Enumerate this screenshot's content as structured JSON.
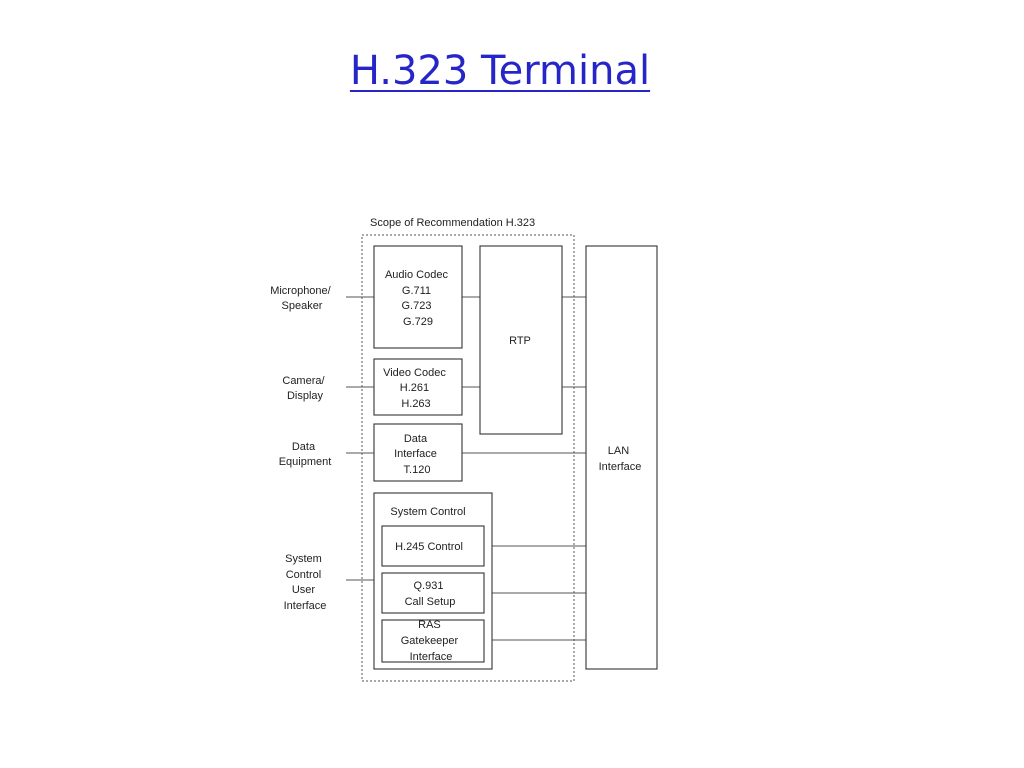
{
  "slide": {
    "title": "H.323 Terminal"
  },
  "diagram": {
    "scope_label": "Scope of Recommendation H.323",
    "external": {
      "mic": [
        "Microphone/",
        "Speaker"
      ],
      "camera": [
        "Camera/",
        "Display"
      ],
      "data": [
        "Data",
        "Equipment"
      ],
      "system": [
        "System",
        "Control",
        "User",
        "Interface"
      ]
    },
    "blocks": {
      "audio": [
        "Audio Codec",
        "G.711",
        "G.723",
        "G.729"
      ],
      "video": [
        "Video Codec",
        "H.261",
        "H.263"
      ],
      "data": [
        "Data",
        "Interface",
        "T.120"
      ],
      "rtp": "RTP",
      "lan": [
        "LAN",
        "Interface"
      ],
      "system_control": "System Control",
      "h245": "H.245 Control",
      "q931": [
        "Q.931",
        "Call Setup"
      ],
      "ras": [
        "RAS",
        "Gatekeeper",
        "Interface"
      ]
    }
  }
}
